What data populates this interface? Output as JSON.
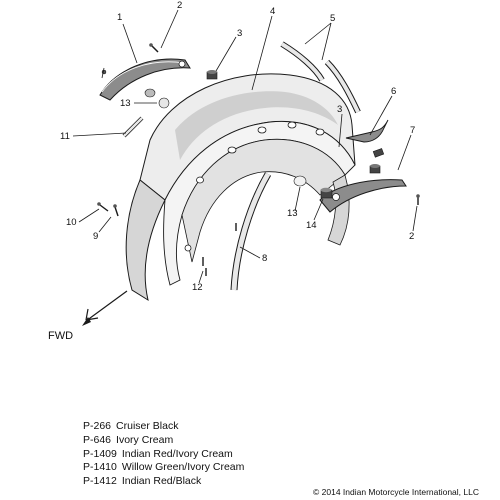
{
  "callouts": {
    "c1": "1",
    "c2a": "2",
    "c2b": "2",
    "c3a": "3",
    "c3b": "3",
    "c4": "4",
    "c5": "5",
    "c6": "6",
    "c7": "7",
    "c8": "8",
    "c9": "9",
    "c10": "10",
    "c11": "11",
    "c12": "12",
    "c13a": "13",
    "c13b": "13",
    "c14": "14"
  },
  "fwd_label": "FWD",
  "legend": [
    {
      "code": "P-266",
      "name": "Cruiser Black"
    },
    {
      "code": "P-646",
      "name": "Ivory Cream"
    },
    {
      "code": "P-1409",
      "name": "Indian Red/Ivory Cream"
    },
    {
      "code": "P-1410",
      "name": "Willow Green/Ivory Cream"
    },
    {
      "code": "P-1412",
      "name": "Indian Red/Black"
    }
  ],
  "copyright": "© 2014 Indian Motorcycle International, LLC",
  "colors": {
    "line": "#1a1a1a",
    "fender_shade": "#d9d9d9",
    "fender_light": "#efefef",
    "part_dark": "#8c8c8c"
  }
}
